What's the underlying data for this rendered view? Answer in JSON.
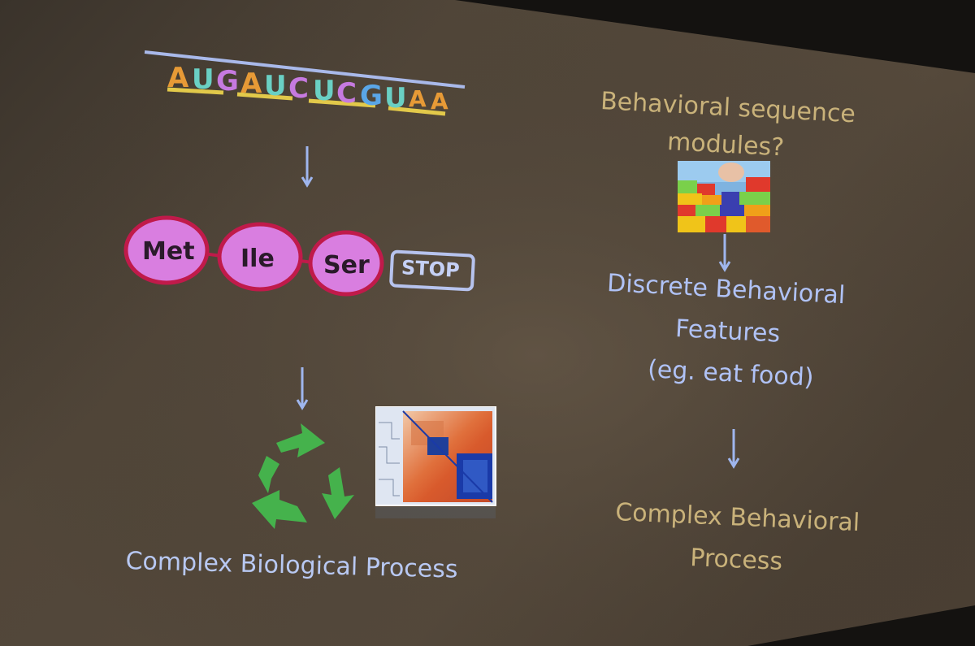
{
  "rna": {
    "letters": [
      "A",
      "U",
      "G",
      "A",
      "U",
      "C",
      "U",
      "C",
      "G",
      "U",
      "A",
      "A"
    ],
    "colors": [
      "#e79a36",
      "#6ad0c4",
      "#c67ae0",
      "#e79a36",
      "#6ad0c4",
      "#c67ae0",
      "#6ad0c4",
      "#c67ae0",
      "#5aa6e8",
      "#6ad0c4",
      "#e79a36",
      "#e79a36"
    ]
  },
  "protein": {
    "residues": [
      "Met",
      "Ile",
      "Ser"
    ],
    "stop_label": "STOP"
  },
  "left_caption": "Complex Biological Process",
  "right": {
    "modules_line1": "Behavioral sequence",
    "modules_line2": "modules?",
    "features_line1": "Discrete Behavioral",
    "features_line2": "Features",
    "features_line3": "(eg. eat food)",
    "process_line1": "Complex Behavioral",
    "process_line2": "Process"
  },
  "icons": [
    "recycle-arrows-icon",
    "heatmap-image",
    "lego-blocks-image",
    "down-arrow-icon"
  ],
  "colors": {
    "arrow": "#9fb6ee",
    "recycle_green": "#45b24c",
    "bead_fill": "#d97ee0",
    "bead_outline": "#c01a4a",
    "gold_text": "#c9b27a",
    "blue_text": "#b0c2f6"
  }
}
